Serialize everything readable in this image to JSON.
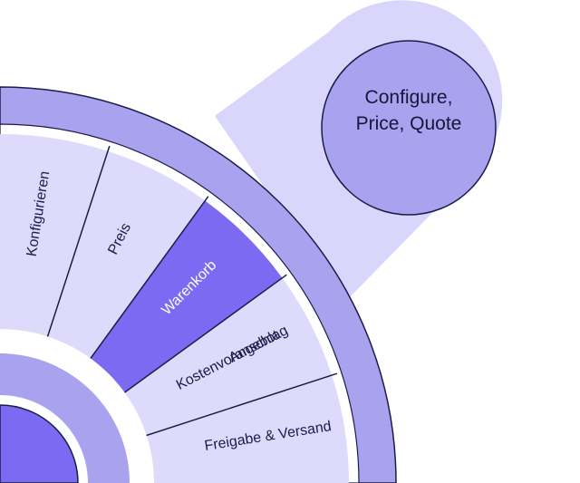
{
  "callout": {
    "line1": "Configure,",
    "line2": "Price, Quote"
  },
  "segments": [
    {
      "label": "Konfigurieren",
      "highlighted": false
    },
    {
      "label": "Preis",
      "highlighted": false
    },
    {
      "label": "Warenkorb",
      "highlighted": true
    },
    {
      "line1": "Angebot",
      "line2": "Kostenvoranschlag",
      "highlighted": false
    },
    {
      "label": "Freigabe & Versand",
      "highlighted": false
    }
  ],
  "colors": {
    "outer_ring": "#A9A2EE",
    "segment_fill": "#DEDAFB",
    "highlight": "#7C6BF2",
    "callout_band": "#DAD6FB",
    "callout_circle": "#A9A2EE",
    "inner_ring": "#A9A2EE",
    "core": "#7C6BF2",
    "outline": "#1C1C4A"
  }
}
